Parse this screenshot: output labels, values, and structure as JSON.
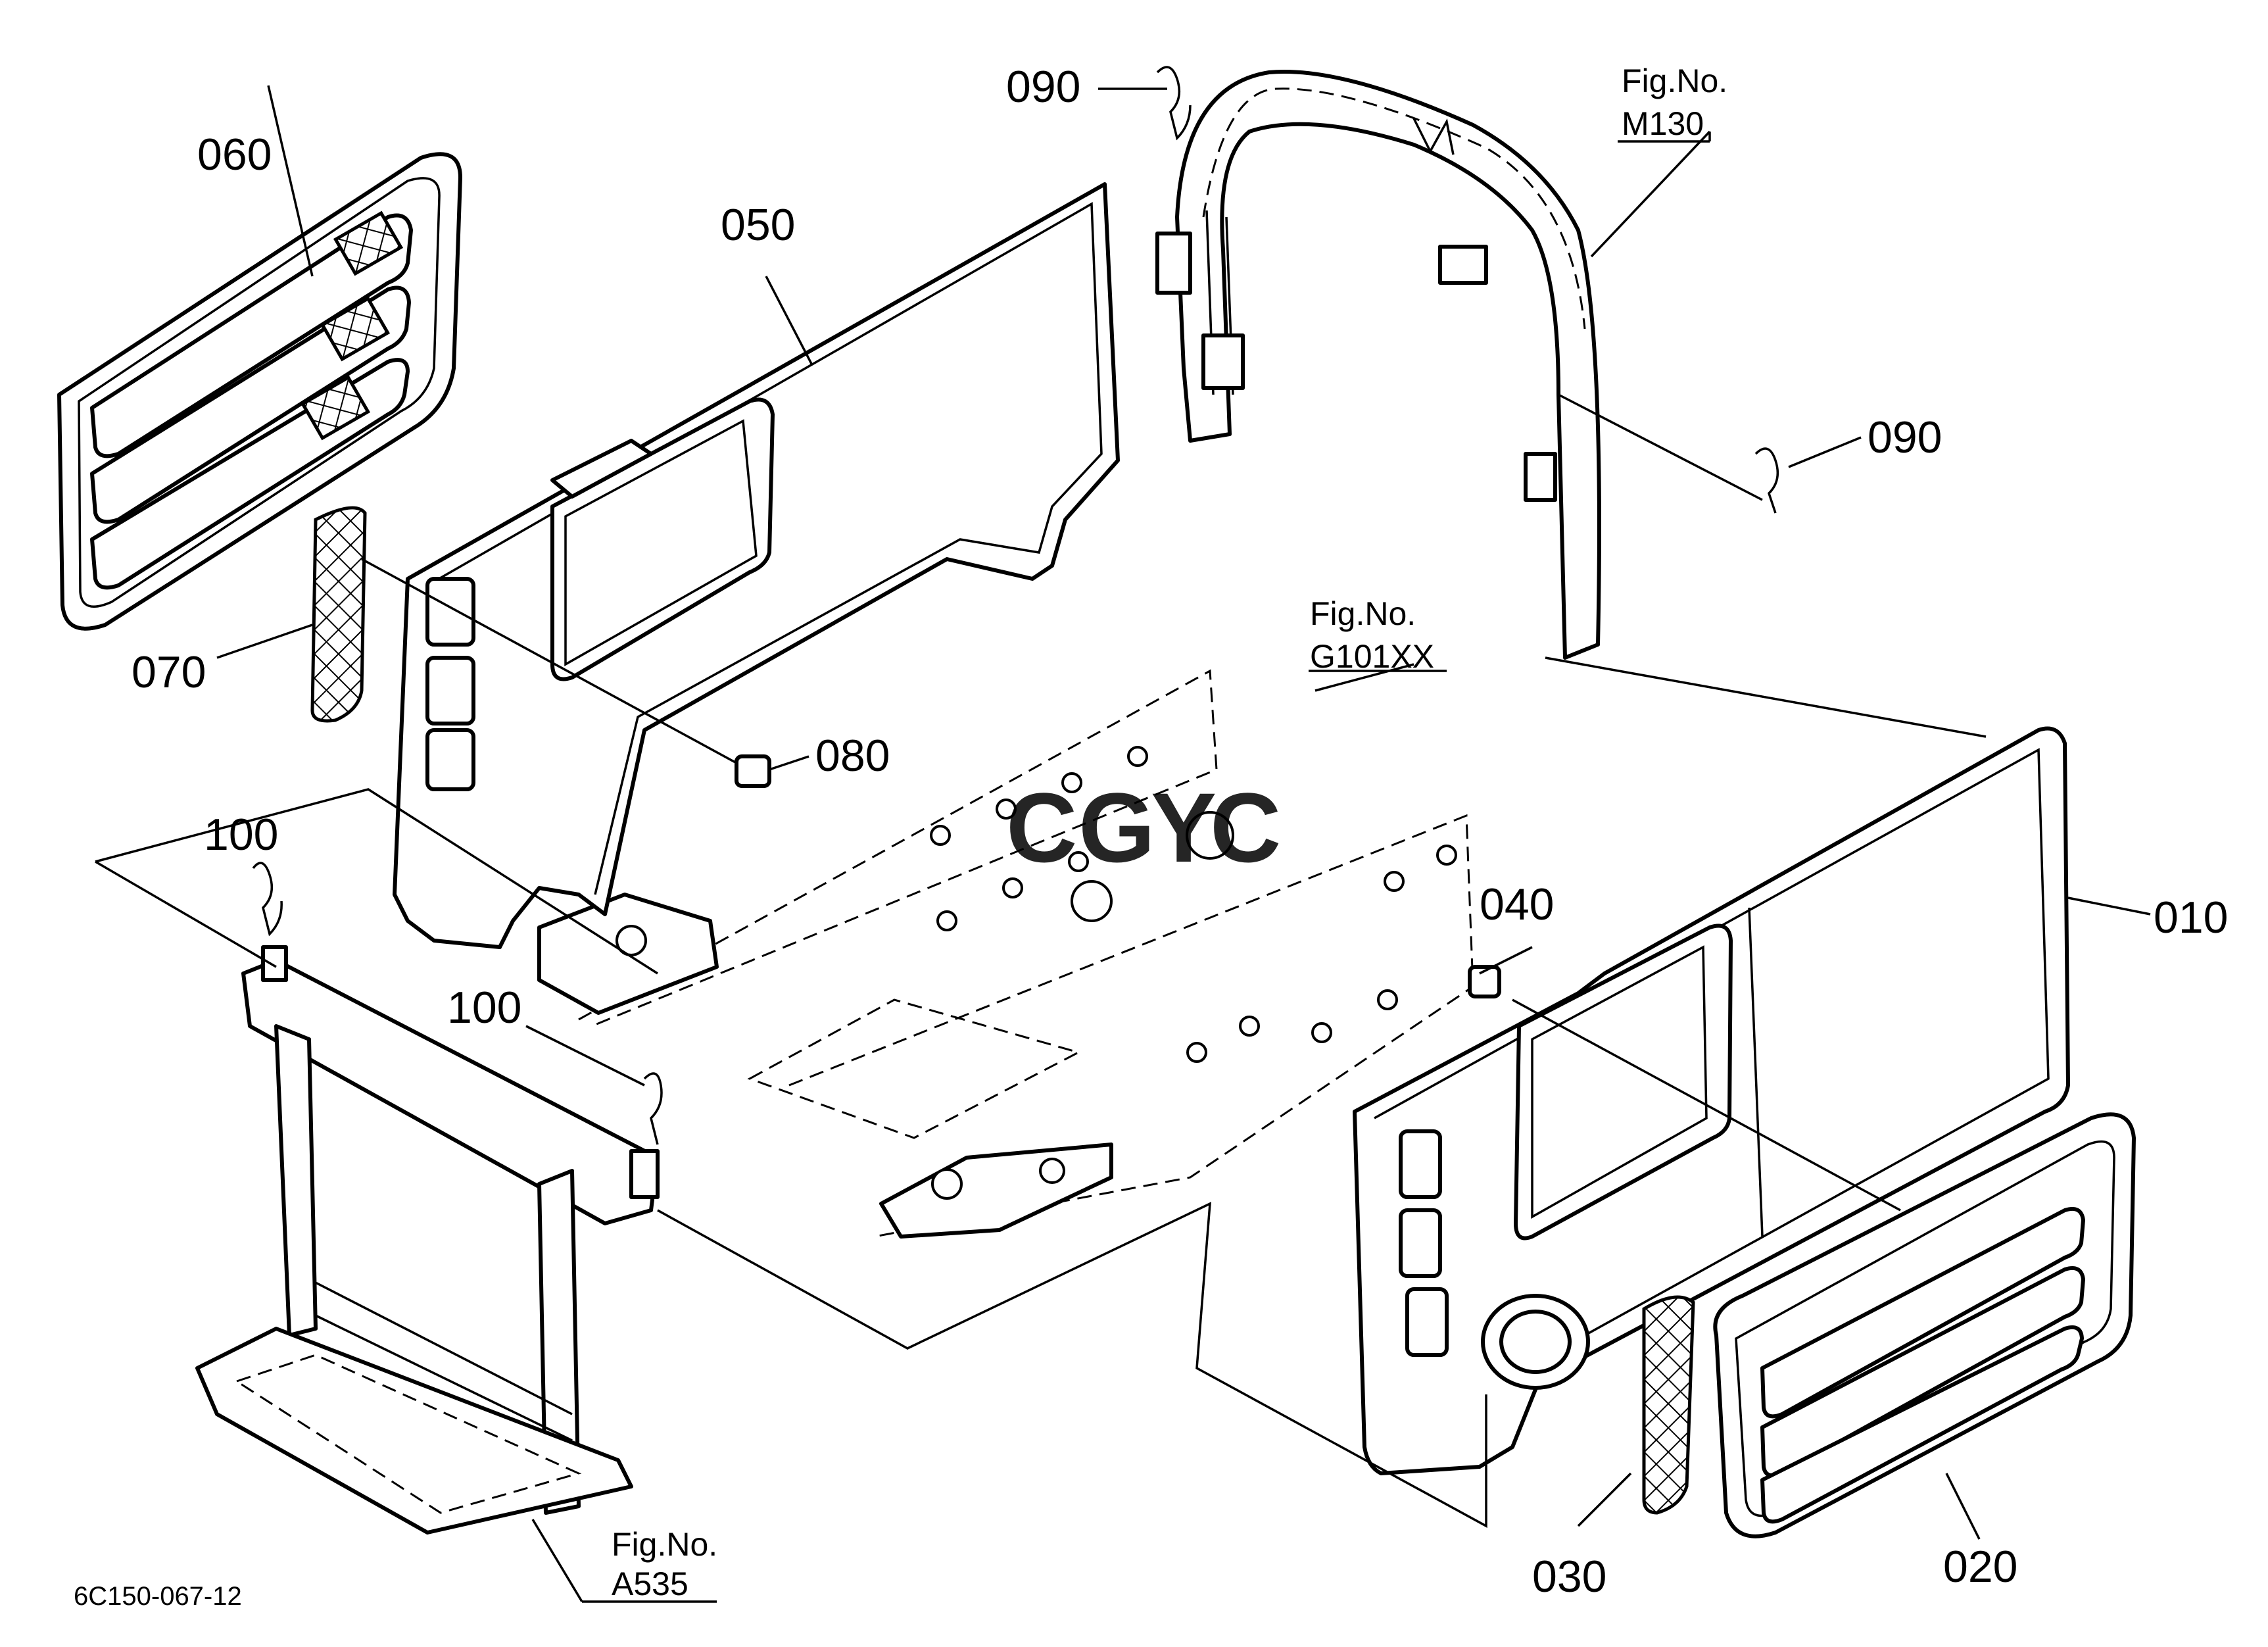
{
  "part_labels": {
    "p010": "010",
    "p020": "020",
    "p030": "030",
    "p040": "040",
    "p050": "050",
    "p060": "060",
    "p070": "070",
    "p080": "080",
    "p090a": "090",
    "p090b": "090",
    "p100a": "100",
    "p100b": "100"
  },
  "figure_refs": {
    "m130": {
      "line1": "Fig.No.",
      "line2": "M130"
    },
    "g101xx": {
      "line1": "Fig.No.",
      "line2": "G101XX"
    },
    "a535": {
      "line1": "Fig.No.",
      "line2": "A535"
    }
  },
  "drawing_code": "6C150-067-12",
  "watermark": {
    "letters": [
      "C",
      "G",
      "Y",
      "C"
    ],
    "colors": [
      "#4a86e8",
      "#f28b82",
      "#f6c744",
      "#57bb8a"
    ]
  }
}
